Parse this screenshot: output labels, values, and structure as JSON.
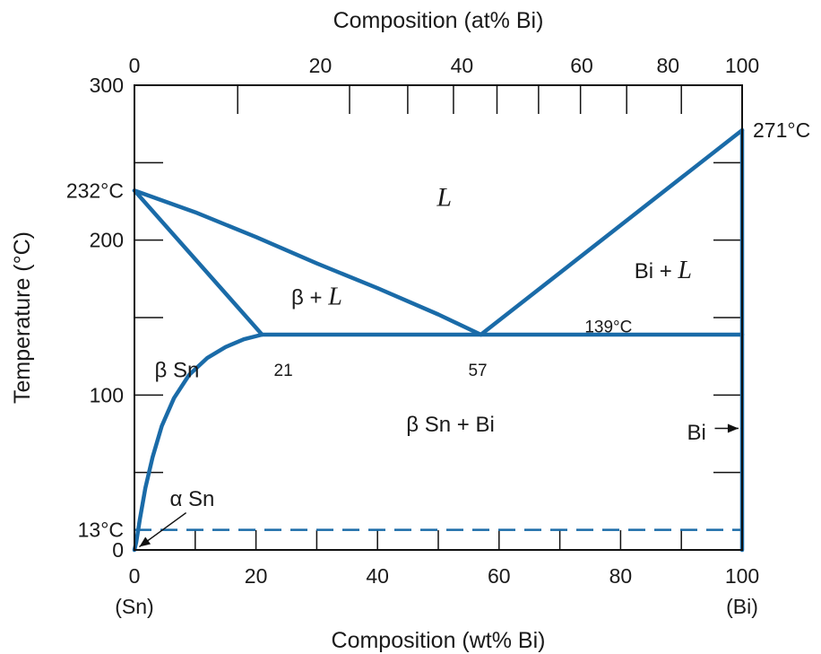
{
  "colors": {
    "curve": "#1a6ba8",
    "frame": "#111111",
    "text": "#1a1a1a"
  },
  "chart_data": {
    "type": "line",
    "title": "",
    "xlabel": "Composition (wt% Bi)",
    "x2label": "Composition (at% Bi)",
    "ylabel": "Temperature (°C)",
    "xlim": [
      0,
      100
    ],
    "ylim": [
      0,
      300
    ],
    "x_ticks": [
      0,
      20,
      40,
      60,
      80,
      100
    ],
    "x_minor_ticks": [
      10,
      30,
      50,
      70,
      90
    ],
    "x_tick_labels": [
      "0",
      "20",
      "40",
      "60",
      "80",
      "100"
    ],
    "x_end_labels": {
      "left": "(Sn)",
      "right": "(Bi)"
    },
    "x2_ticks_wt": [
      0,
      16.99,
      35.4,
      44.97,
      52.5,
      59.66,
      66.5,
      73.4,
      81,
      90,
      100
    ],
    "x2_tick_labels": [
      {
        "label": "0",
        "wt": 0
      },
      {
        "label": "20",
        "wt": 30.6
      },
      {
        "label": "40",
        "wt": 53.9
      },
      {
        "label": "60",
        "wt": 73.6
      },
      {
        "label": "80",
        "wt": 87.8
      },
      {
        "label": "100",
        "wt": 100
      }
    ],
    "y_ticks": [
      0,
      50,
      100,
      150,
      200,
      250,
      300
    ],
    "y_tick_labels": [
      {
        "label": "0",
        "y": 0
      },
      {
        "label": "13°C",
        "y": 13
      },
      {
        "label": "100",
        "y": 100
      },
      {
        "label": "200",
        "y": 200
      },
      {
        "label": "232°C",
        "y": 232
      },
      {
        "label": "300",
        "y": 300
      }
    ],
    "series": [
      {
        "id": "liquidus-sn",
        "points": [
          [
            0,
            232
          ],
          [
            10,
            218
          ],
          [
            20,
            202
          ],
          [
            30,
            185
          ],
          [
            40,
            169
          ],
          [
            50,
            152
          ],
          [
            57,
            139
          ]
        ]
      },
      {
        "id": "liquidus-bi",
        "points": [
          [
            57,
            139
          ],
          [
            100,
            271
          ]
        ]
      },
      {
        "id": "solidus-sn",
        "points": [
          [
            0,
            232
          ],
          [
            21,
            139
          ]
        ]
      },
      {
        "id": "eutectic",
        "points": [
          [
            21,
            139
          ],
          [
            100,
            139
          ]
        ]
      },
      {
        "id": "solvus",
        "points": [
          [
            21,
            139
          ],
          [
            18,
            136
          ],
          [
            15,
            131
          ],
          [
            12,
            124
          ],
          [
            9,
            113
          ],
          [
            6.5,
            98
          ],
          [
            4.5,
            80
          ],
          [
            3,
            60
          ],
          [
            1.8,
            40
          ],
          [
            0.9,
            20
          ],
          [
            0.3,
            5
          ],
          [
            0,
            0
          ]
        ]
      },
      {
        "id": "bi-phase",
        "points": [
          [
            100,
            0
          ],
          [
            100,
            271
          ]
        ]
      },
      {
        "id": "alpha-beta",
        "dashed": true,
        "points": [
          [
            0,
            13
          ],
          [
            100,
            13
          ]
        ]
      }
    ],
    "annotations": [
      {
        "text": "271°C",
        "x": 100,
        "y": 271
      },
      {
        "text": "L",
        "x": 51,
        "y": 228,
        "italic": true
      },
      {
        "text": "β + L",
        "x": 30,
        "y": 163,
        "italic_part": "L"
      },
      {
        "text": "Bi + L",
        "x": 87,
        "y": 180,
        "italic_part": "L"
      },
      {
        "text": "139°C",
        "x": 78,
        "y": 145
      },
      {
        "text": "β Sn",
        "x": 7,
        "y": 116
      },
      {
        "text": "21",
        "x": 24.5,
        "y": 117
      },
      {
        "text": "57",
        "x": 56.5,
        "y": 117
      },
      {
        "text": "β Sn + Bi",
        "x": 52,
        "y": 81
      },
      {
        "text": "Bi",
        "x": 92.5,
        "y": 76
      },
      {
        "text": "α Sn",
        "x": 9.5,
        "y": 33
      }
    ]
  }
}
